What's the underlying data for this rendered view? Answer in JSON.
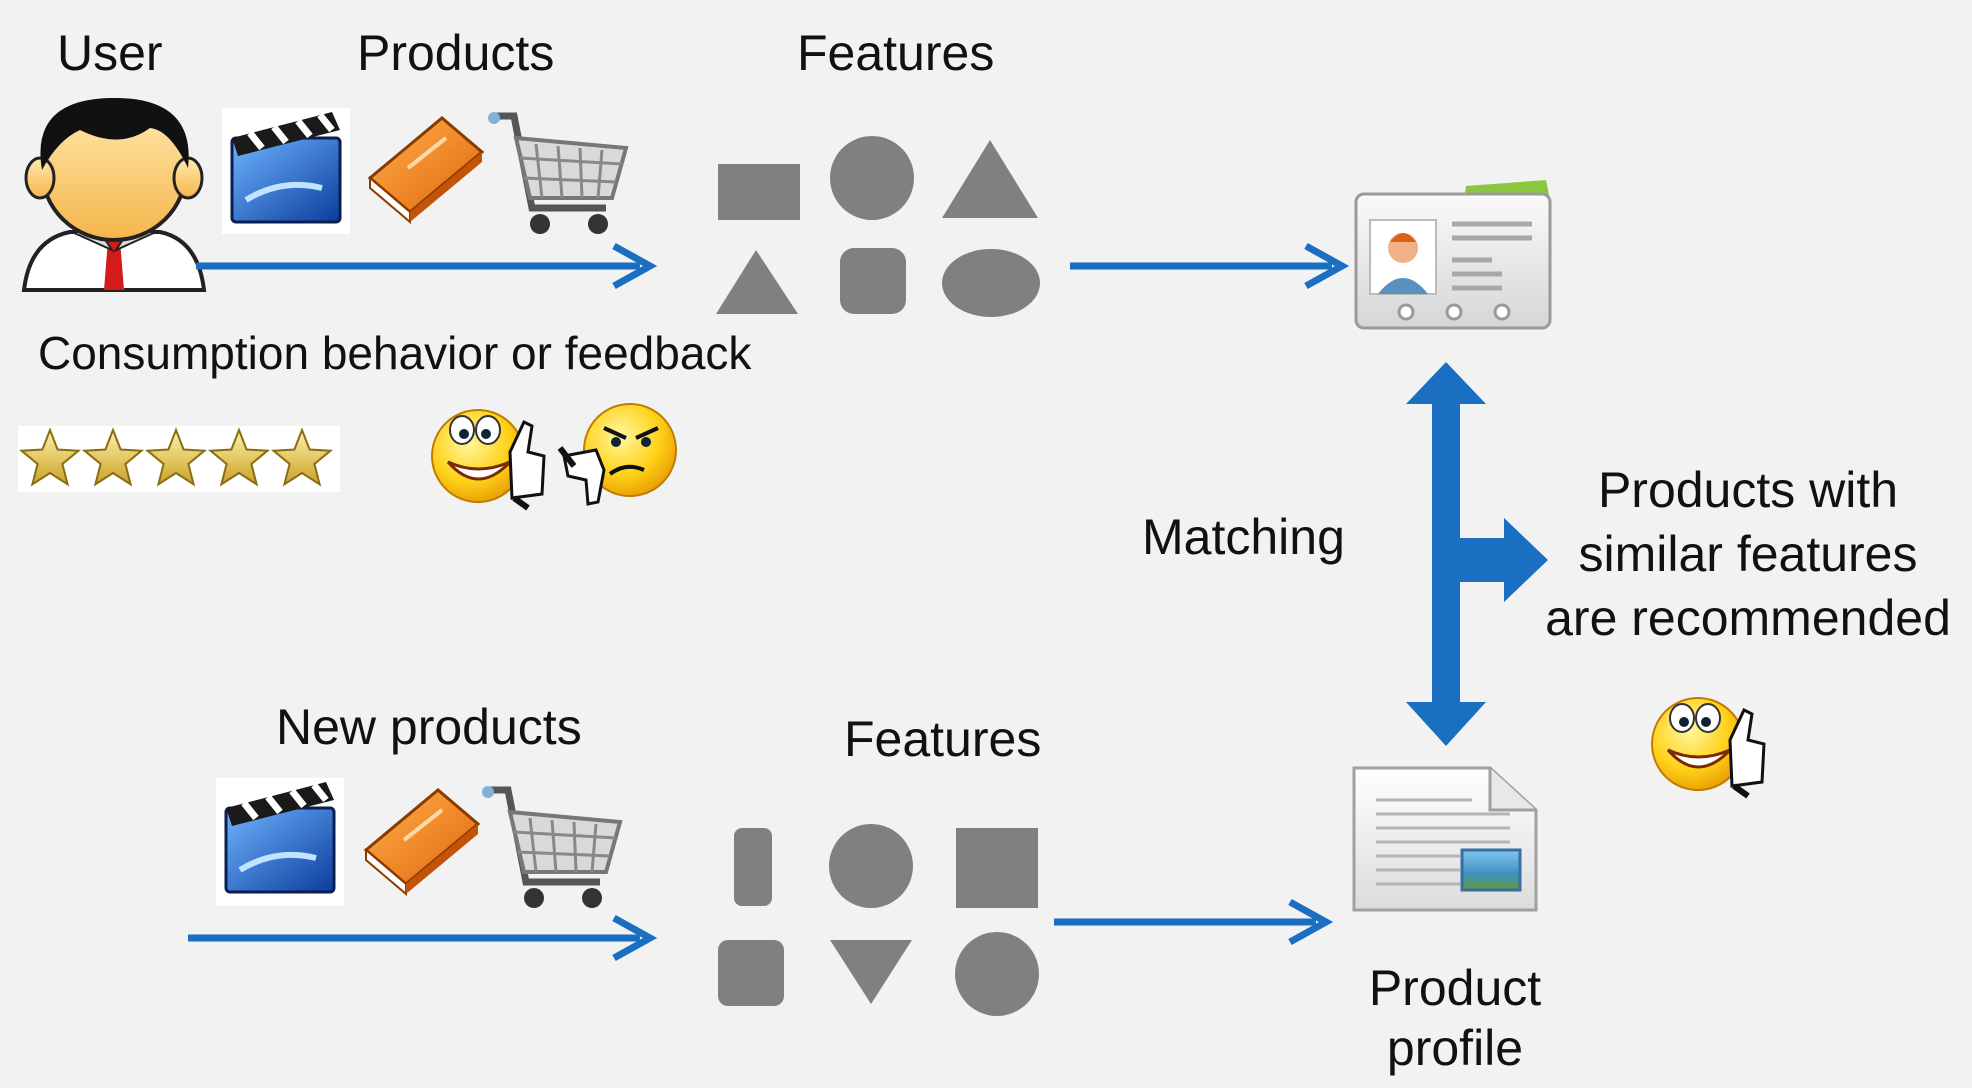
{
  "labels": {
    "user": "User",
    "products": "Products",
    "features_top": "Features",
    "consumption": "Consumption behavior or feedback",
    "matching": "Matching",
    "recommended": [
      "Products with",
      "similar features",
      "are recommended"
    ],
    "new_products": "New products",
    "features_bottom": "Features",
    "product_profile": [
      "Product",
      "profile"
    ]
  },
  "colors": {
    "arrow": "#1a6fc2",
    "shape": "#808080",
    "background": "#f2f2f2"
  },
  "rating_stars": 5
}
